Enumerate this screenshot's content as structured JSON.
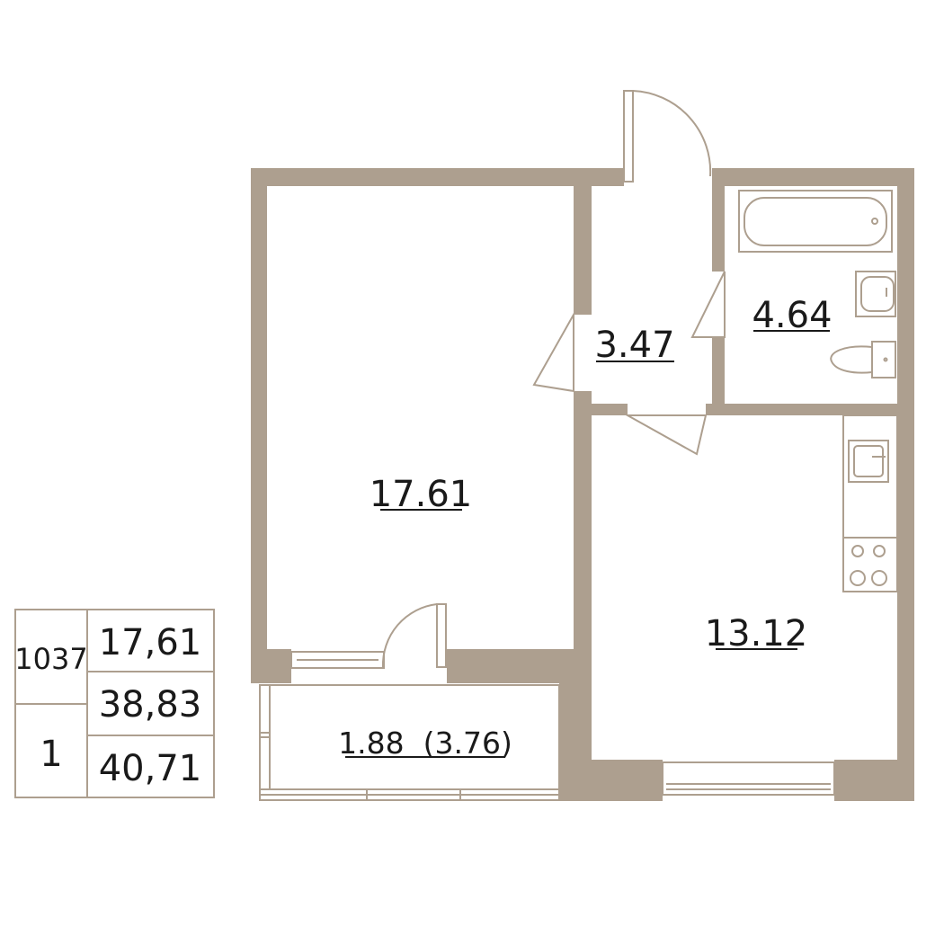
{
  "rooms": {
    "living_room": {
      "area": "17.61"
    },
    "hallway": {
      "area": "3.47"
    },
    "bathroom": {
      "area": "4.64"
    },
    "kitchen": {
      "area": "13.12"
    },
    "balcony": {
      "area": "1.88  (3.76)"
    }
  },
  "summary_table": {
    "apartment_number": "1037",
    "room_count": "1",
    "living_area": "17,61",
    "area_without_balcony": "38,83",
    "total_area": "40,71"
  },
  "colors": {
    "wall": "#ad9f8f",
    "fixture_line": "#ad9f8f",
    "text": "#1a1a1a",
    "table_border": "#ad9f8f"
  }
}
